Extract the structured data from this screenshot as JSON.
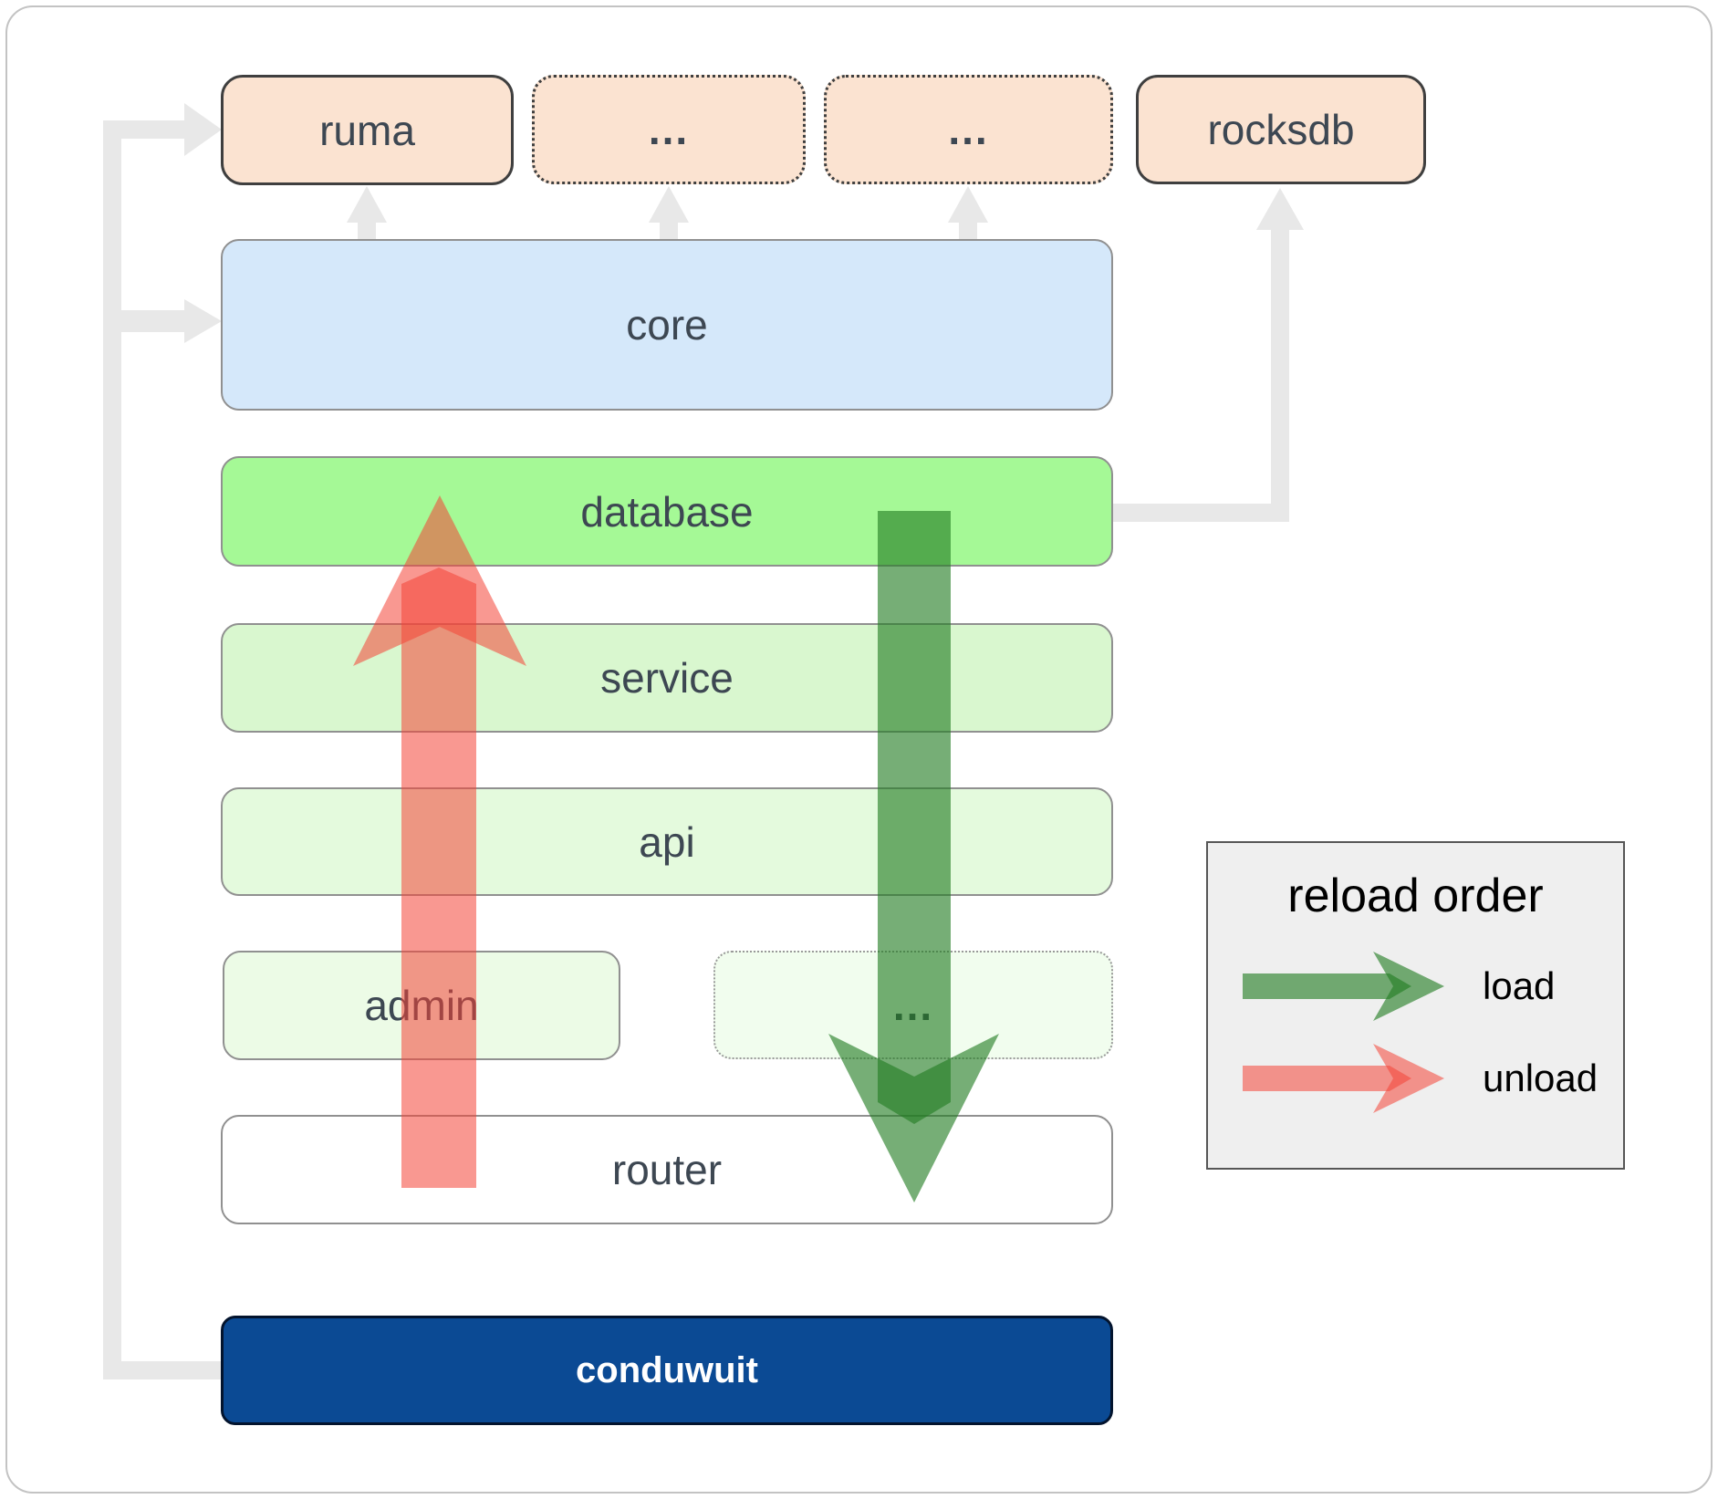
{
  "boxes": {
    "ruma": {
      "label": "ruma"
    },
    "ellipsis_1": {
      "label": "..."
    },
    "ellipsis_2": {
      "label": "..."
    },
    "rocksdb": {
      "label": "rocksdb"
    },
    "core": {
      "label": "core"
    },
    "database": {
      "label": "database"
    },
    "service": {
      "label": "service"
    },
    "api": {
      "label": "api"
    },
    "admin": {
      "label": "admin"
    },
    "admin_ellipsis": {
      "label": "..."
    },
    "router": {
      "label": "router"
    },
    "conduwuit": {
      "label": "conduwuit"
    }
  },
  "legend": {
    "title": "reload order",
    "items": [
      {
        "icon": "load-arrow-icon",
        "label": "load"
      },
      {
        "icon": "unload-arrow-icon",
        "label": "unload"
      }
    ]
  },
  "colors": {
    "crate_fill": "#fbe3d1",
    "crate_border": "#3f3f3f",
    "core_fill": "#d5e8fa",
    "database_fill": "#a5f996",
    "service_fill": "#d9f7cf",
    "api_fill": "#e4fadd",
    "admin_fill": "#ecfbe6",
    "admin_dots_fill": "#f1fdee",
    "router_fill": "#ffffff",
    "conduwuit_fill": "#0b4a94",
    "conduwuit_text": "#ffffff",
    "label_text": "#3d4752",
    "mid_border": "#909090",
    "connector": "#e8e8e8",
    "load_arrow": "rgba(34,125,34,0.62)",
    "unload_arrow": "rgba(244,67,54,0.55)",
    "legend_fill": "#efefef",
    "legend_border": "#565656"
  }
}
